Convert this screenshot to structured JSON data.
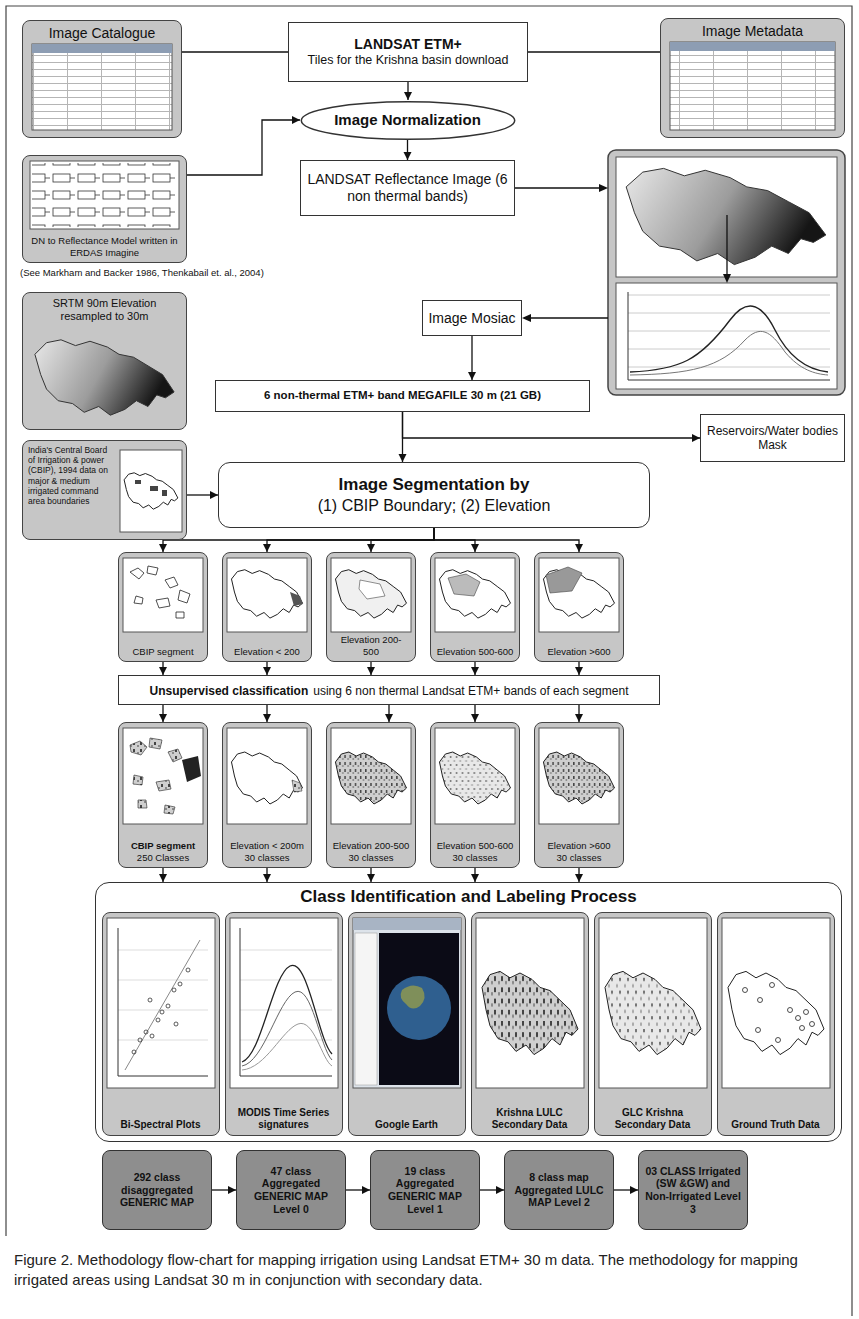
{
  "diagram": {
    "caption": "Figure 2. Methodology flow-chart for mapping irrigation using Landsat ETM+ 30 m data. The methodology for mapping irrigated areas using Landsat 30 m in conjunction with secondary data.",
    "nodes": [
      {
        "text": [
          "Image Catalogue"
        ]
      },
      {
        "text": [
          "LANDSAT ETM+",
          "Tiles for the Krishna basin download"
        ]
      },
      {
        "text": [
          "Image Metadata"
        ]
      },
      {
        "text": [
          "Image Normalization"
        ]
      },
      {
        "text": [
          "DN to Reflectance Model written in ERDAS Imagine"
        ]
      },
      {
        "text": [
          "LANDSAT Reflectance Image (6 non thermal bands)"
        ]
      },
      {
        "text": [
          "Image Mosiac"
        ]
      },
      {
        "text": [
          "SRTM 90m Elevation resampled to 30m"
        ]
      },
      {
        "text": [
          "6 non-thermal ETM+ band MEGAFILE 30 m (21 GB)"
        ]
      },
      {
        "text": [
          "Reservoirs/Water bodies Mask"
        ]
      },
      {
        "text": [
          "India's Central Board of Irrigation & power (CBIP), 1994 data on major & medium irrigated command area boundaries"
        ]
      },
      {
        "text": [
          "Image Segmentation by",
          "(1) CBIP Boundary; (2) Elevation"
        ]
      },
      {
        "text": [
          "CBIP segment"
        ]
      },
      {
        "text": [
          "Elevation < 200"
        ]
      },
      {
        "text": [
          "Elevation 200- 500"
        ]
      },
      {
        "text": [
          "Elevation 500-600"
        ]
      },
      {
        "text": [
          "Elevation >600"
        ]
      },
      {
        "text": [
          "Unsupervised classification",
          "using 6 non thermal Landsat ETM+ bands of each segment"
        ]
      },
      {
        "text": [
          "CBIP segment",
          "250 Classes"
        ]
      },
      {
        "text": [
          "Elevation < 200m",
          "30 classes"
        ]
      },
      {
        "text": [
          "Elevation 200-500",
          "30 classes"
        ]
      },
      {
        "text": [
          "Elevation 500-600",
          "30 classes"
        ]
      },
      {
        "text": [
          "Elevation >600",
          "30 classes"
        ]
      },
      {
        "text": [
          "Class Identification and Labeling Process"
        ]
      },
      {
        "text": [
          "Bi-Spectral Plots"
        ],
        "in": 23
      },
      {
        "text": [
          "MODIS Time Series signatures"
        ],
        "in": 23
      },
      {
        "text": [
          "Google Earth"
        ],
        "in": 23
      },
      {
        "text": [
          "Krishna LULC Secondary Data"
        ],
        "in": 23
      },
      {
        "text": [
          "GLC Krishna Secondary Data"
        ],
        "in": 23
      },
      {
        "text": [
          "Ground Truth Data"
        ],
        "in": 23
      },
      {
        "text": [
          "292 class disaggregated GENERIC MAP"
        ]
      },
      {
        "text": [
          "47 class Aggregated GENERIC MAP Level 0"
        ]
      },
      {
        "text": [
          "19 class Aggregated GENERIC MAP Level 1"
        ]
      },
      {
        "text": [
          "8 class map Aggregated LULC MAP Level 2"
        ]
      },
      {
        "text": [
          "03 CLASS Irrigated (SW &GW) and Non-Irrigated Level 3"
        ]
      }
    ],
    "edges": [
      {
        "from": 0,
        "to": 1,
        "arrow": "none"
      },
      {
        "from": 1,
        "to": 2,
        "arrow": "none"
      },
      {
        "from": 1,
        "to": 3,
        "arrow": "to"
      },
      {
        "from": 4,
        "to": 3,
        "arrow": "to"
      },
      {
        "from": 3,
        "to": 5,
        "arrow": "to"
      },
      {
        "from": 6,
        "to": 8,
        "arrow": "to"
      },
      {
        "from": 8,
        "to": 11,
        "arrow": "to"
      },
      {
        "from": 8,
        "to": 9,
        "arrow": "to"
      },
      {
        "from": 10,
        "to": 11,
        "arrow": "to"
      },
      {
        "from": 11,
        "to": 12,
        "arrow": "to"
      },
      {
        "from": 11,
        "to": 13,
        "arrow": "to"
      },
      {
        "from": 11,
        "to": 14,
        "arrow": "to"
      },
      {
        "from": 11,
        "to": 15,
        "arrow": "to"
      },
      {
        "from": 11,
        "to": 16,
        "arrow": "to"
      },
      {
        "from": 12,
        "to": 17,
        "arrow": "to"
      },
      {
        "from": 13,
        "to": 17,
        "arrow": "to"
      },
      {
        "from": 14,
        "to": 17,
        "arrow": "to"
      },
      {
        "from": 15,
        "to": 17,
        "arrow": "to"
      },
      {
        "from": 16,
        "to": 17,
        "arrow": "to"
      },
      {
        "from": 17,
        "to": 18,
        "arrow": "to"
      },
      {
        "from": 17,
        "to": 19,
        "arrow": "to"
      },
      {
        "from": 17,
        "to": 20,
        "arrow": "to"
      },
      {
        "from": 17,
        "to": 21,
        "arrow": "to"
      },
      {
        "from": 17,
        "to": 22,
        "arrow": "to"
      },
      {
        "from": 18,
        "to": 23,
        "arrow": "to"
      },
      {
        "from": 19,
        "to": 23,
        "arrow": "to"
      },
      {
        "from": 20,
        "to": 23,
        "arrow": "to"
      },
      {
        "from": 21,
        "to": 23,
        "arrow": "to"
      },
      {
        "from": 22,
        "to": 23,
        "arrow": "to"
      },
      {
        "from": 30,
        "to": 31,
        "arrow": "to"
      },
      {
        "from": 31,
        "to": 32,
        "arrow": "to"
      },
      {
        "from": 32,
        "to": 33,
        "arrow": "to"
      },
      {
        "from": 33,
        "to": 34,
        "arrow": "to"
      }
    ],
    "labels": [
      "(See Markham and Backer 1986, Thenkabail et. al., 2004)"
    ]
  }
}
